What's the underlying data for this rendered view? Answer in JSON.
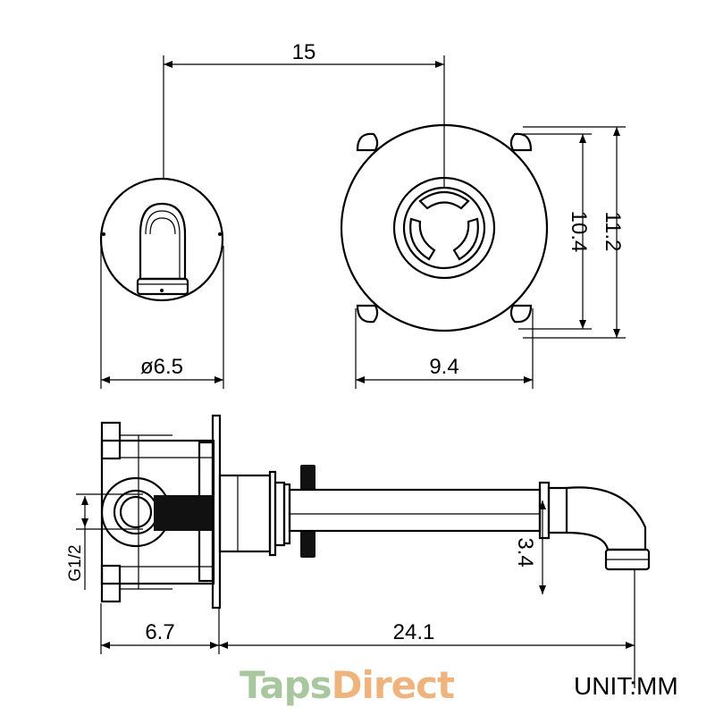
{
  "dimensions": {
    "spacing": "15",
    "spout_plate_diameter": "ø6.5",
    "handle_plate_width": "9.4",
    "handle_plate_inner_height": "10.4",
    "handle_plate_outer_height": "11.2",
    "thread": "G1/2",
    "body_depth": "6.7",
    "spout_length": "24.1",
    "spout_drop": "3.4"
  },
  "logo": {
    "part1": "Taps",
    "part2": "Direct",
    "color1": "#a9c79f",
    "color2": "#efb47d"
  },
  "unit_label": "UNIT:MM"
}
